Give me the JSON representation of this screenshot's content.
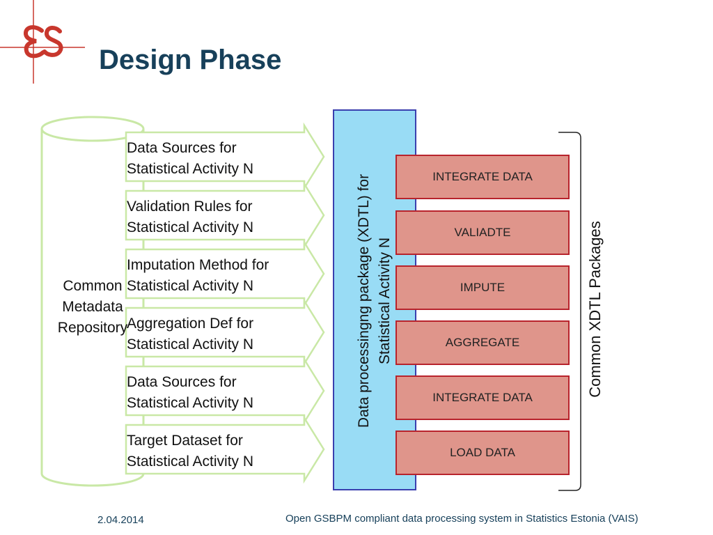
{
  "title": "Design Phase",
  "repository": {
    "lines": [
      "Common",
      "Metadata",
      "Repository"
    ]
  },
  "arrows": [
    {
      "line1": "Data Sources for",
      "line2": "Statistical Activity N"
    },
    {
      "line1": "Validation Rules for",
      "line2": "Statistical Activity N"
    },
    {
      "line1": "Imputation Method for",
      "line2": "Statistical Activity N"
    },
    {
      "line1": "Aggregation Def for",
      "line2": "Statistical Activity N"
    },
    {
      "line1": "Data Sources for",
      "line2": "Statistical Activity N"
    },
    {
      "line1": "Target Dataset for",
      "line2": "Statistical Activity N"
    }
  ],
  "package": {
    "line1": "Data processingng package (XDTL) for",
    "line2": "Statistical  Activity N"
  },
  "steps": [
    "INTEGRATE DATA",
    "VALIADTE",
    "IMPUTE",
    "AGGREGATE",
    "INTEGRATE DATA",
    "LOAD DATA"
  ],
  "common_label": "Common XDTL Packages",
  "footer": {
    "date": "2.04.2014",
    "text": "Open GSBPM compliant data processing system in Statistics Estonia (VAIS)"
  },
  "colors": {
    "title": "#17405a",
    "logo": "#c8372d",
    "arrow_stroke": "#c9e8a6",
    "panel_fill": "#99dcf5",
    "panel_border": "#3a3fae",
    "step_fill": "#df958b",
    "step_border": "#b8232c"
  }
}
